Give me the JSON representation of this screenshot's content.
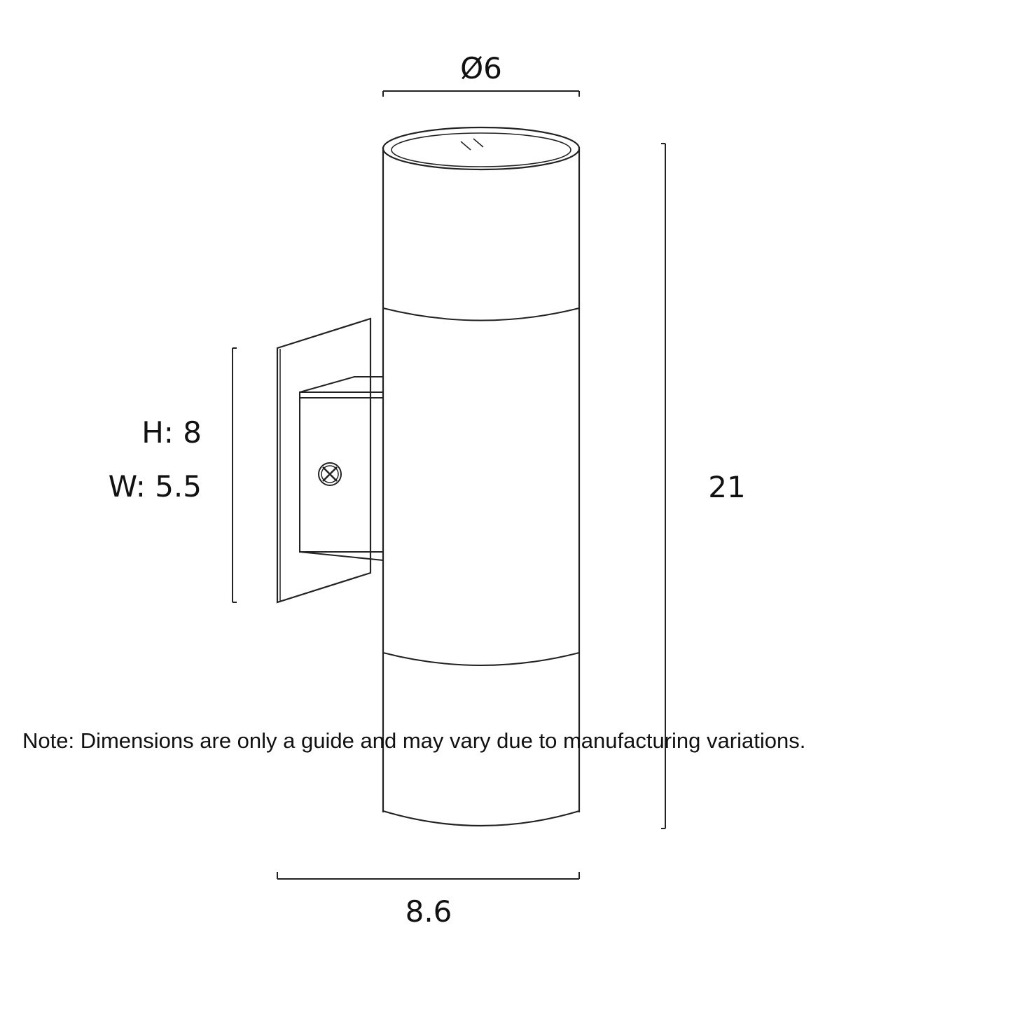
{
  "dimensions": {
    "diameter": "Ø6",
    "height_total": "21",
    "depth": "8.6",
    "plate_height": "H: 8",
    "plate_width": "W: 5.5"
  },
  "note": "Note: Dimensions are only a guide and may vary due to manufacturing variations.",
  "colors": {
    "line": "#222222",
    "text": "#111111",
    "background": "#ffffff"
  }
}
